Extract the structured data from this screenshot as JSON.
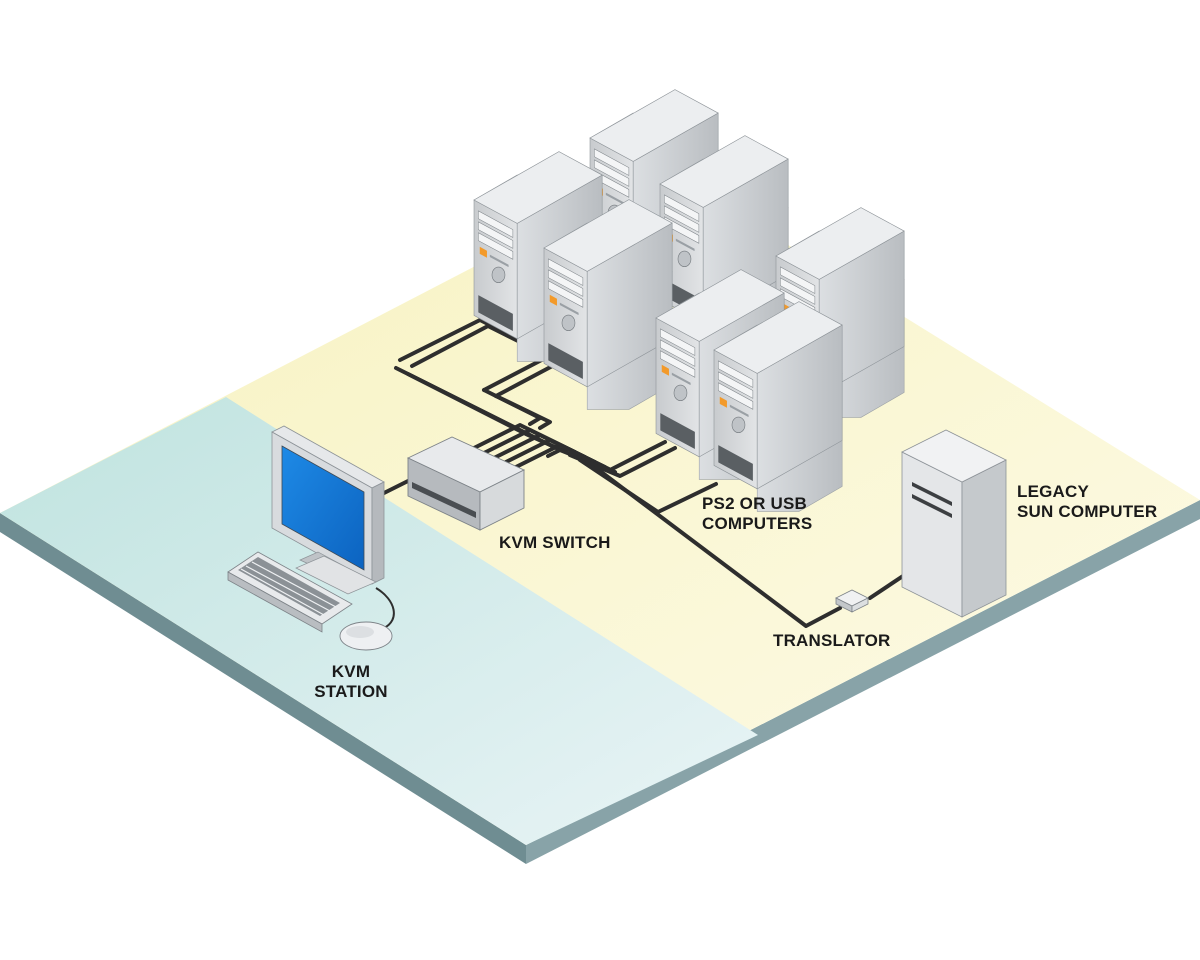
{
  "labels": {
    "kvm_switch": "KVM SWITCH",
    "kvm_station_line1": "KVM",
    "kvm_station_line2": "STATION",
    "computers_line1": "PS2 OR USB",
    "computers_line2": "COMPUTERS",
    "legacy_line1": "LEGACY",
    "legacy_line2": "SUN COMPUTER",
    "translator": "TRANSLATOR"
  },
  "colors": {
    "floor_blue": "#cfe9e6",
    "floor_yellow": "#fbf7cc",
    "floor_edge": "#6f8d92",
    "tower": "#d3d6d9",
    "cable": "#2e2e2e",
    "screen": "#1479d8"
  },
  "icons": {
    "monitor": "monitor-icon",
    "keyboard": "keyboard-icon",
    "mouse": "mouse-icon",
    "kvm_switch": "kvm-switch-box-icon",
    "tower": "server-tower-icon",
    "translator": "translator-box-icon"
  }
}
